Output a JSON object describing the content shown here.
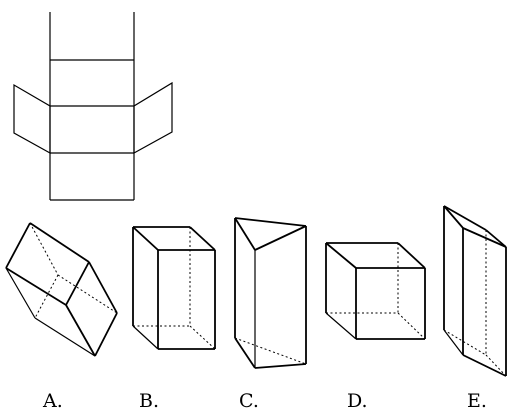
{
  "options": [
    {
      "id": "A",
      "label": "A."
    },
    {
      "id": "B",
      "label": "B."
    },
    {
      "id": "C",
      "label": "C."
    },
    {
      "id": "D",
      "label": "D."
    },
    {
      "id": "E",
      "label": "E."
    }
  ]
}
